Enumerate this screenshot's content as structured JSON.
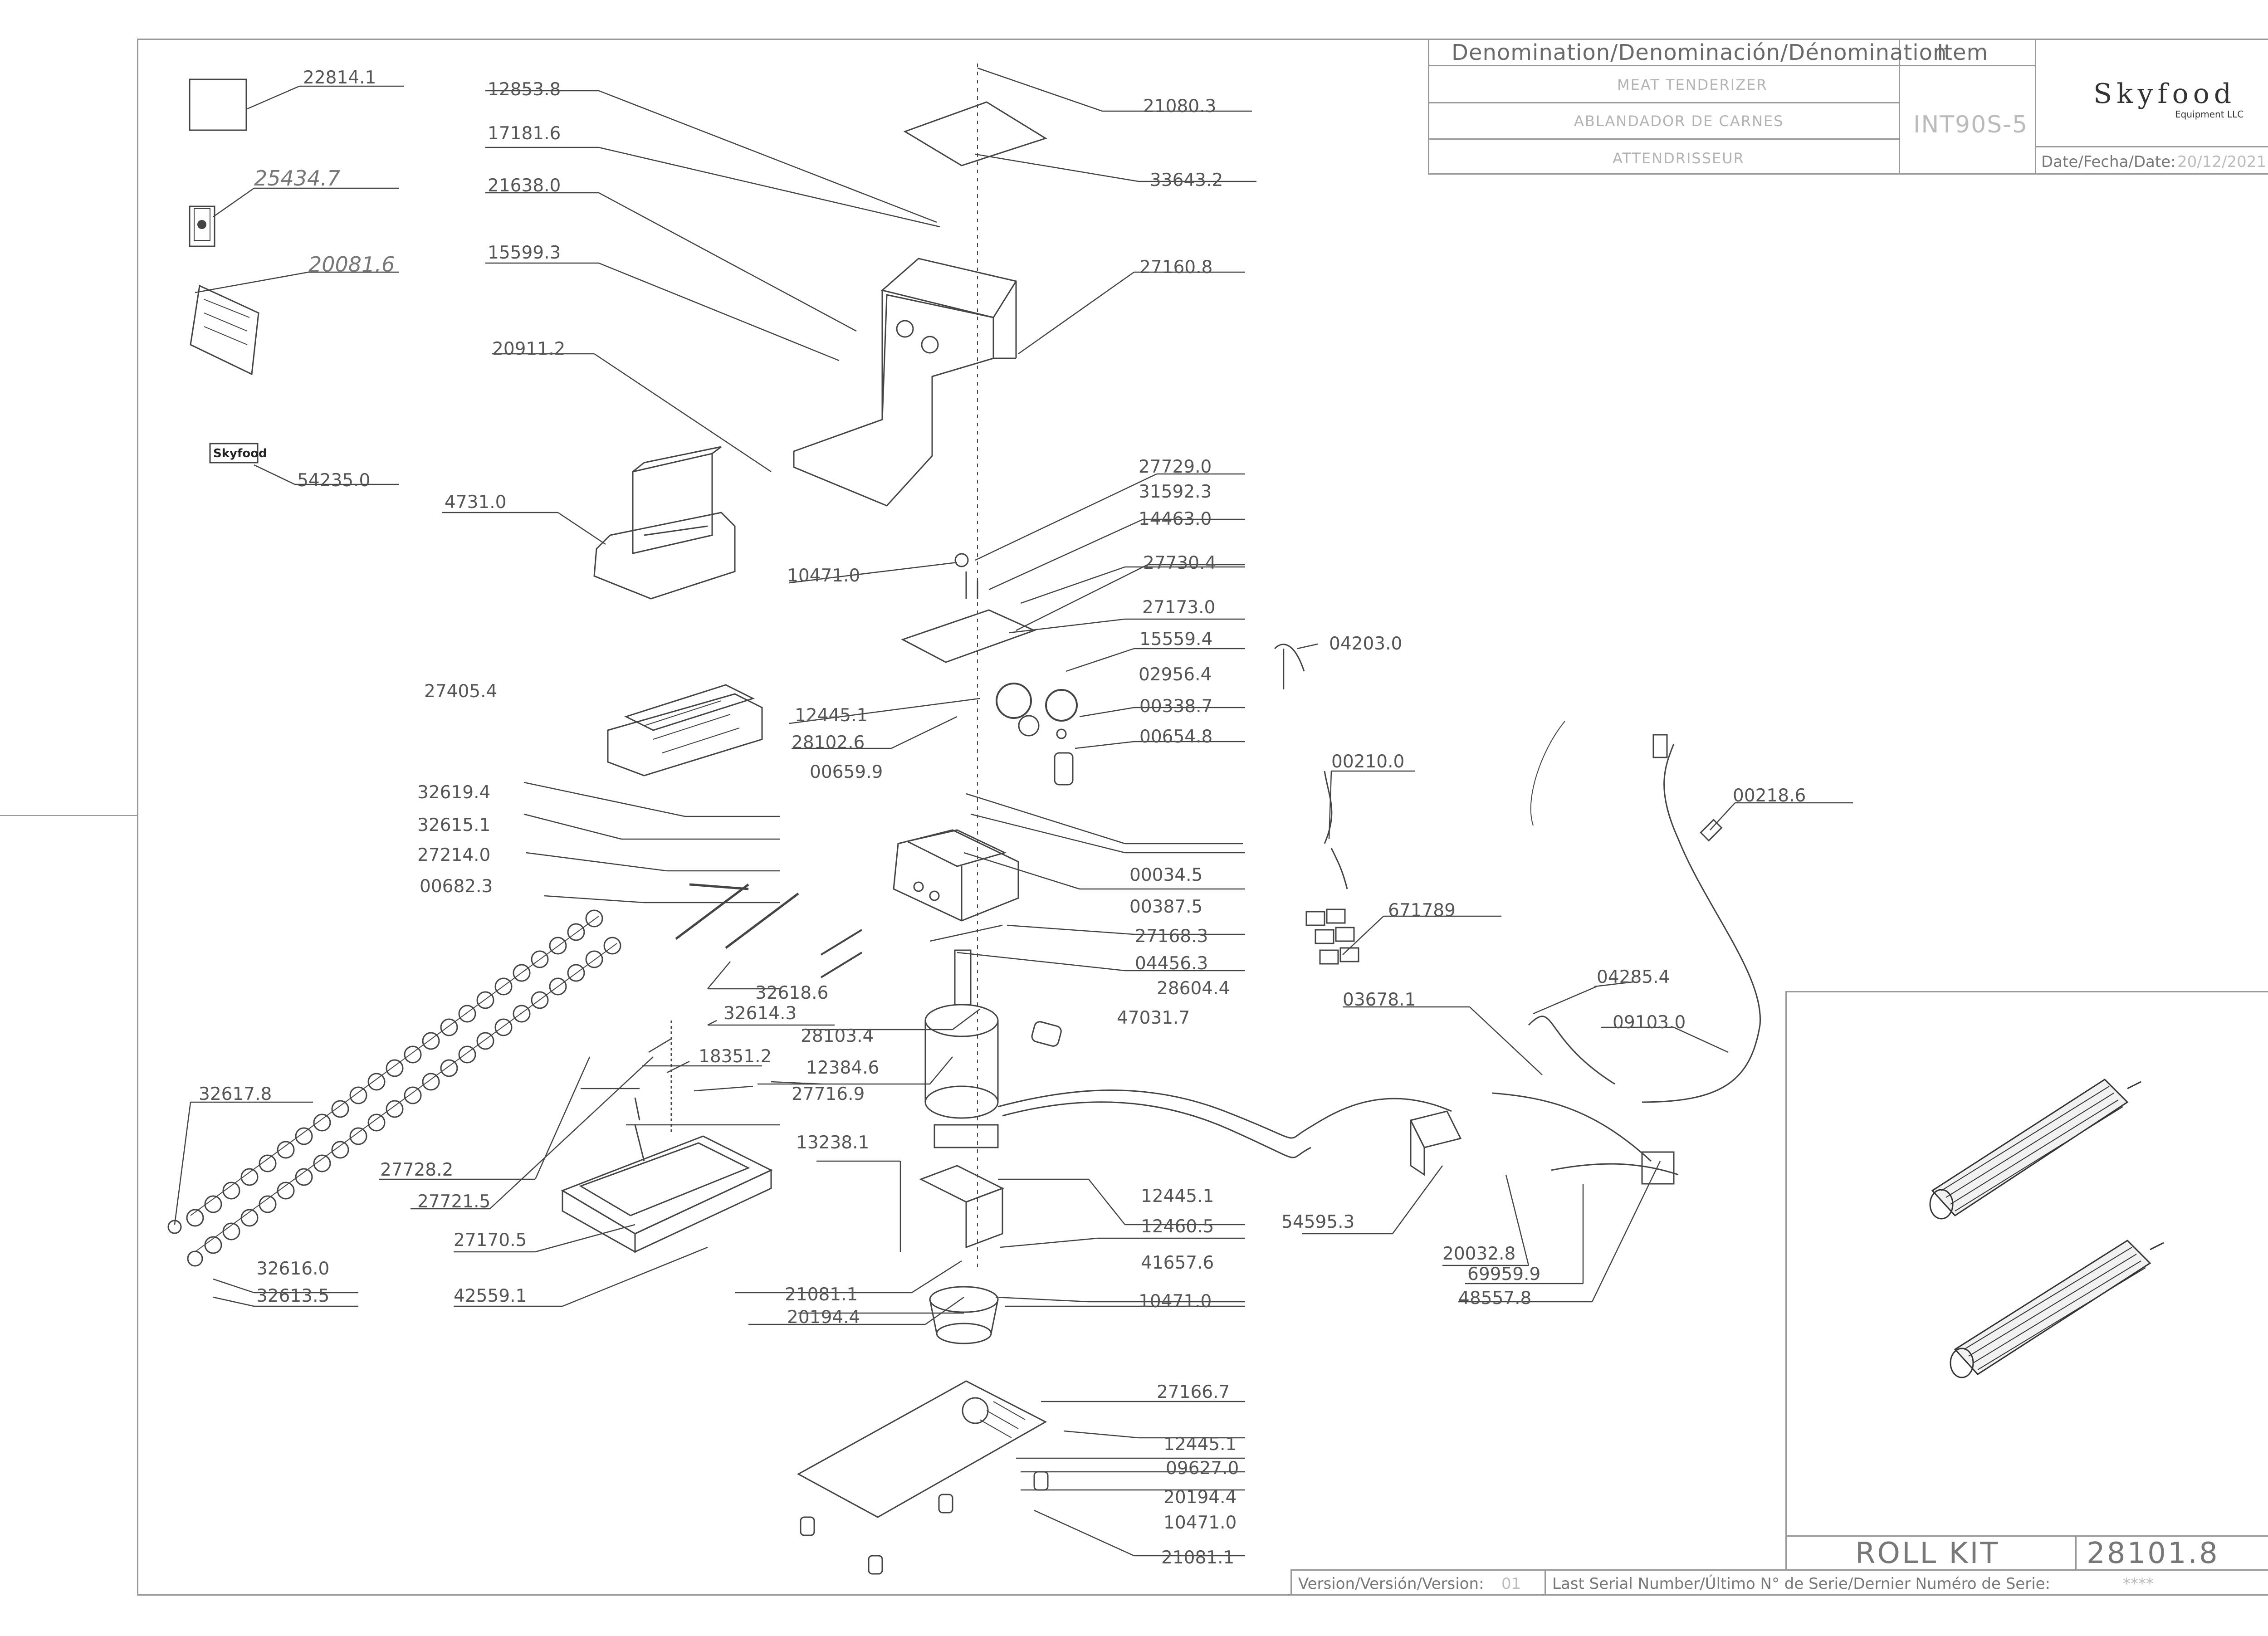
{
  "title_block": {
    "denomination_header": "Denomination/Denominación/Dénomination",
    "item_header": "Item",
    "name_en": "MEAT TENDERIZER",
    "name_es": "ABLANDADOR DE CARNES",
    "name_fr": "ATTENDRISSEUR",
    "item_value": "INT90S-5",
    "brand": "Skyfood",
    "brand_sub": "Equipment LLC",
    "date_label": "Date/Fecha/Date:",
    "date_value": "20/12/2021",
    "version_label": "Version/Versión/Version:",
    "version_value": "01",
    "serial_label": "Last Serial Number/Último N° de Serie/Dernier Numéro de Serie:",
    "serial_value": "****"
  },
  "roll_kit": {
    "label": "ROLL KIT",
    "code": "28101.8"
  },
  "accessories": {
    "label_skyfood": "Skyfood"
  },
  "parts": [
    "22814.1",
    "25434.7",
    "20081.6",
    "54235.0",
    "12853.8",
    "17181.6",
    "21638.0",
    "15599.3",
    "20911.2",
    "4731.0",
    "21080.3",
    "33643.2",
    "27160.8",
    "27729.0",
    "31592.3",
    "14463.0",
    "10471.0",
    "27730.4",
    "27173.0",
    "15559.4",
    "02956.4",
    "00338.7",
    "00654.8",
    "04203.0",
    "27405.4",
    "12445.1",
    "28102.6",
    "00659.9",
    "00210.0",
    "00218.6",
    "32619.4",
    "32615.1",
    "27214.0",
    "00682.3",
    "00034.5",
    "00387.5",
    "27168.3",
    "04456.3",
    "28604.4",
    "671789",
    "04285.4",
    "03678.1",
    "09103.0",
    "32618.6",
    "32614.3",
    "28103.4",
    "47031.7",
    "18351.2",
    "12384.6",
    "27716.9",
    "32617.8",
    "27728.2",
    "27721.5",
    "13238.1",
    "12445.1",
    "12460.5",
    "54595.3",
    "27170.5",
    "41657.6",
    "20032.8",
    "69959.9",
    "48557.8",
    "32616.0",
    "32613.5",
    "42559.1",
    "21081.1",
    "10471.0",
    "20194.4",
    "27166.7",
    "12445.1",
    "09627.0",
    "20194.4",
    "10471.0",
    "21081.1"
  ]
}
